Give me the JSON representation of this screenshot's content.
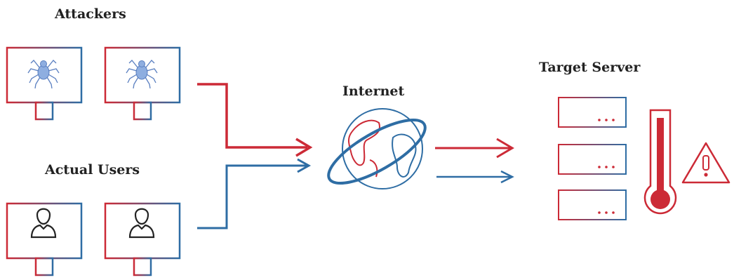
{
  "labels": {
    "attackers": "Attackers",
    "actual_users": "Actual Users",
    "internet": "Internet",
    "target_server": "Target Server"
  },
  "colors": {
    "red": "#cc2a36",
    "blue": "#2e6da4",
    "spider": "#6a8fcf",
    "user": "#222222"
  },
  "icons": {
    "attacker_monitor": "monitor-with-spider-icon",
    "user_monitor": "monitor-with-person-icon",
    "globe": "globe-icon",
    "server": "server-rack-icon",
    "thermometer": "thermometer-icon",
    "warning": "warning-triangle-icon"
  }
}
